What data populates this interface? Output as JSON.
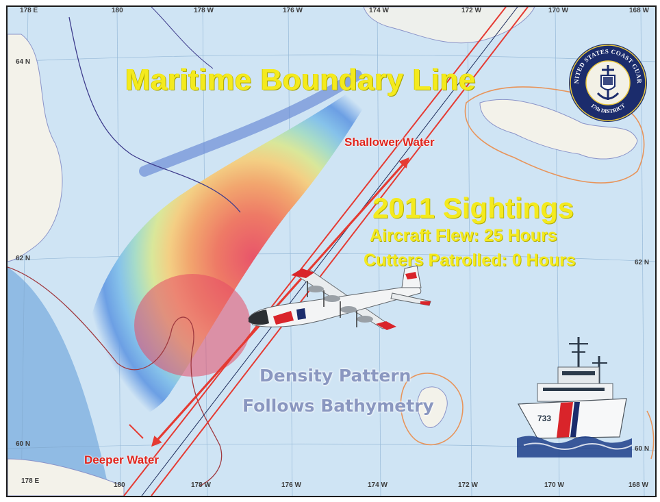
{
  "map": {
    "title": "Maritime Boundary Line",
    "labels": {
      "shallower": "Shallower Water",
      "deeper": "Deeper Water"
    },
    "sightings": {
      "heading": "2011 Sightings",
      "aircraft": "Aircraft Flew: 25 Hours",
      "cutters": "Cutters Patrolled: 0 Hours"
    },
    "density": {
      "line1": "Density Pattern",
      "line2": "Follows Bathymetry"
    },
    "longitudes_top": [
      "178 E",
      "180",
      "178 W",
      "176 W",
      "174 W",
      "172 W",
      "170 W",
      "168 W"
    ],
    "longitudes_bottom": [
      "178 E",
      "180",
      "178 W",
      "176 W",
      "174 W",
      "172 W",
      "170 W",
      "168 W"
    ],
    "latitudes_left": [
      "64 N",
      "62 N",
      "60 N"
    ],
    "latitudes_right": [
      "62 N",
      "60 N"
    ],
    "colors": {
      "ocean": "#cfe4f4",
      "land": "#f3f2ea",
      "boundary": "#e53a32",
      "title_yellow": "#f4ea1e",
      "label_red": "#e0241c"
    }
  },
  "seal": {
    "top_text": "UNITED STATES COAST GUARD",
    "bottom_text": "17th DISTRICT"
  },
  "cutter": {
    "hull_number": "733"
  }
}
